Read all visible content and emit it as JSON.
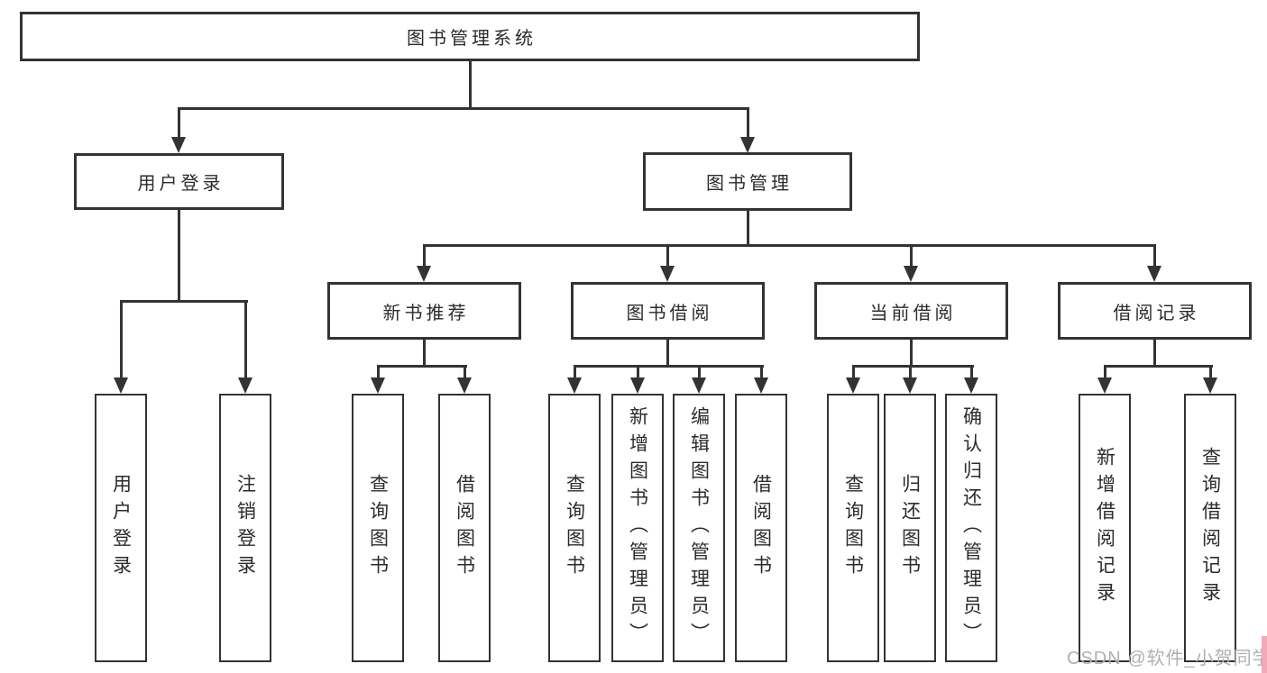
{
  "tree": {
    "label": "图书管理系统",
    "children": [
      {
        "label": "用户登录",
        "children": [
          {
            "label": "用户登录"
          },
          {
            "label": "注销登录"
          }
        ]
      },
      {
        "label": "图书管理",
        "children": [
          {
            "label": "新书推荐",
            "children": [
              {
                "label": "查询图书"
              },
              {
                "label": "借阅图书"
              }
            ]
          },
          {
            "label": "图书借阅",
            "children": [
              {
                "label": "查询图书"
              },
              {
                "label": "新增图书（管理员）"
              },
              {
                "label": "编辑图书（管理员）"
              },
              {
                "label": "借阅图书"
              }
            ]
          },
          {
            "label": "当前借阅",
            "children": [
              {
                "label": "查询图书"
              },
              {
                "label": "归还图书"
              },
              {
                "label": "确认归还（管理员）"
              }
            ]
          },
          {
            "label": "借阅记录",
            "children": [
              {
                "label": "新增借阅记录"
              },
              {
                "label": "查询借阅记录"
              }
            ]
          }
        ]
      }
    ]
  },
  "watermark": {
    "text": "CSDN @软件_小贺同学"
  },
  "colors": {
    "line": "#333333",
    "text": "#2b2b2b",
    "watermark_text": "#b0b0b0",
    "accent_pink": "#f2a9b7",
    "background": "#ffffff"
  }
}
